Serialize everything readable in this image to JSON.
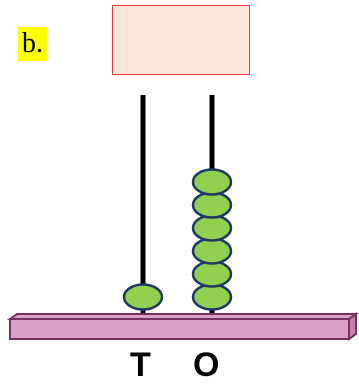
{
  "question_label": "b.",
  "answer_box": {
    "value": "",
    "fill": "#fbe5d6",
    "border": "#e04040"
  },
  "abacus": {
    "rods": [
      {
        "place": "T",
        "beads": 1
      },
      {
        "place": "O",
        "beads": 6
      }
    ],
    "bead_color": "#92d050",
    "bead_outline": "#1f3864",
    "base_color": "#d9a0c8",
    "base_outline": "#7a3060"
  }
}
